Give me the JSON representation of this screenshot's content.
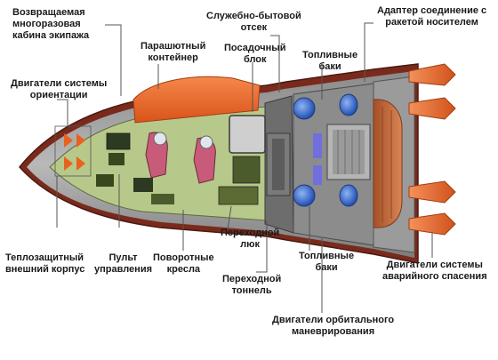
{
  "labels": {
    "return_cabin": [
      "Возвращаемая",
      "многоразовая",
      "кабина экипажа"
    ],
    "attitude_engines": [
      "Двигатели системы",
      "ориентации"
    ],
    "parachute": [
      "Парашютный",
      "контейнер"
    ],
    "landing_block": [
      "Посадочный",
      "блок"
    ],
    "service_compartment": [
      "Служебно-бытовой",
      "отсек"
    ],
    "fuel_tanks_top": [
      "Топливные",
      "баки"
    ],
    "adapter": [
      "Адаптер соединение с",
      "ракетой носителем"
    ],
    "heat_shield": [
      "Теплозащитный",
      "внешний корпус"
    ],
    "control_panel": [
      "Пульт",
      "управления"
    ],
    "swivel_seats": [
      "Поворотные",
      "кресла"
    ],
    "transfer_hatch": [
      "Переходной",
      "люк"
    ],
    "fuel_tanks_bottom": [
      "Топливные",
      "баки"
    ],
    "transfer_tunnel": [
      "Переходной",
      "тоннель"
    ],
    "orbital_engines": [
      "Двигатели орбитального",
      "маневрирования"
    ],
    "escape_engines": [
      "Двигатели системы",
      "аварийного спасения"
    ]
  },
  "colors": {
    "hull_outer": "#7a2a1c",
    "hull_body": "#a9a9a9",
    "cabin_floor": "#b7c98a",
    "parachute": "#e8621e",
    "fuel_tank": "#3b6fd1",
    "nozzle": "#e96a28",
    "adapter": "#c86a3c",
    "leader_line": "#555555"
  }
}
